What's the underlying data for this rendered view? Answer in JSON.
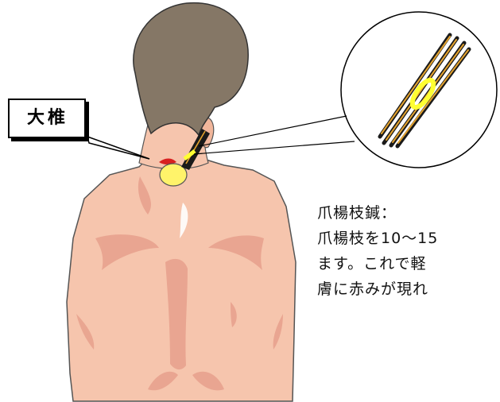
{
  "label": {
    "text": "大椎"
  },
  "caption": {
    "title": "爪楊枝鍼：",
    "lines": [
      "爪楊枝を10〜15",
      "ます。これで軽",
      "膚に赤みが現れ"
    ]
  },
  "colors": {
    "skin": "#f6c5ad",
    "skin_shadow": "#e8a28e",
    "hair": "#857766",
    "point": "#fff36a",
    "toothpick": "#e3a22e",
    "band": "#ffff33"
  }
}
